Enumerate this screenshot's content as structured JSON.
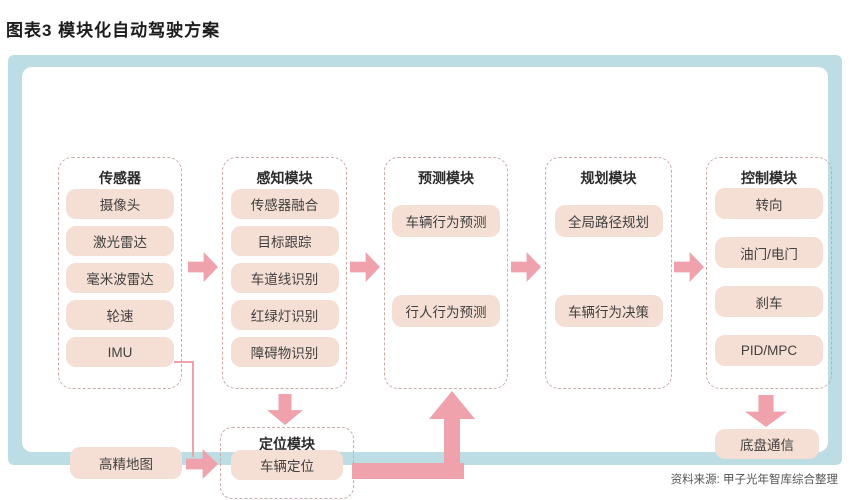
{
  "header": {
    "title": "图表3 模块化自动驾驶方案"
  },
  "footer": {
    "source": "资料来源: 甲子光年智库综合整理"
  },
  "colors": {
    "frame_blue": "#bddde4",
    "panel_white": "#ffffff",
    "node_fill": "#f5ded3",
    "arrow_pink": "#f0a2ac",
    "dashed_border": "#c8aba6"
  },
  "diagram": {
    "columns": [
      {
        "title": "传感器",
        "items": [
          "摄像头",
          "激光雷达",
          "毫米波雷达",
          "轮速",
          "IMU"
        ]
      },
      {
        "title": "感知模块",
        "items": [
          "传感器融合",
          "目标跟踪",
          "车道线识别",
          "红绿灯识别",
          "障碍物识别"
        ]
      },
      {
        "title": "预测模块",
        "items": [
          "车辆行为预测",
          "行人行为预测"
        ]
      },
      {
        "title": "规划模块",
        "items": [
          "全局路径规划",
          "车辆行为决策"
        ]
      },
      {
        "title": "控制模块",
        "items": [
          "转向",
          "油门/电门",
          "刹车",
          "PID/MPC"
        ]
      }
    ],
    "localization": {
      "title": "定位模块",
      "items": [
        "车辆定位"
      ]
    },
    "hd_map_label": "高精地图",
    "chassis_label": "底盘通信"
  }
}
